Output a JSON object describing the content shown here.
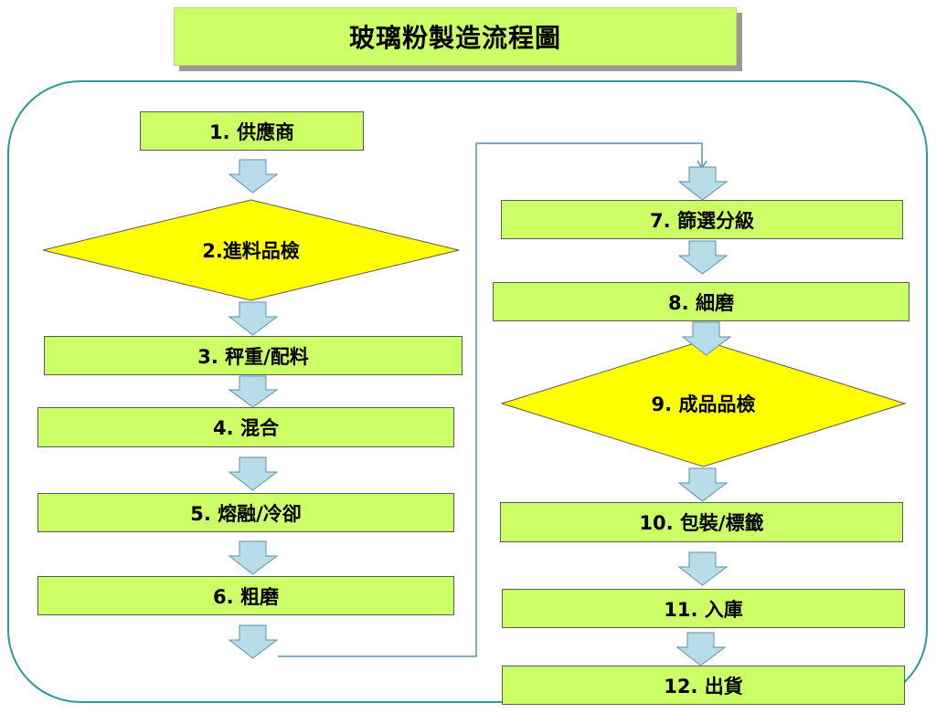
{
  "title": "玻璃粉製造流程圖",
  "colors": {
    "box_fill": "#ccff66",
    "diamond_fill": "#ffff00",
    "arrow_fill": "#b7dde8",
    "arrow_stroke": "#5f8fa8",
    "frame": "#2a9a9a"
  },
  "steps": [
    {
      "label": "1. 供應商",
      "shape": "rectangle"
    },
    {
      "label": "2.進料品檢",
      "shape": "diamond"
    },
    {
      "label": "3. 秤重/配料",
      "shape": "rectangle"
    },
    {
      "label": "4. 混合",
      "shape": "rectangle"
    },
    {
      "label": "5. 熔融/冷卻",
      "shape": "rectangle"
    },
    {
      "label": "6. 粗磨",
      "shape": "rectangle"
    },
    {
      "label": "7. 篩選分級",
      "shape": "rectangle"
    },
    {
      "label": "8. 細磨",
      "shape": "rectangle"
    },
    {
      "label": "9. 成品品檢",
      "shape": "diamond"
    },
    {
      "label": "10. 包裝/標籤",
      "shape": "rectangle"
    },
    {
      "label": "11. 入庫",
      "shape": "rectangle"
    },
    {
      "label": "12. 出貨",
      "shape": "rectangle"
    }
  ]
}
